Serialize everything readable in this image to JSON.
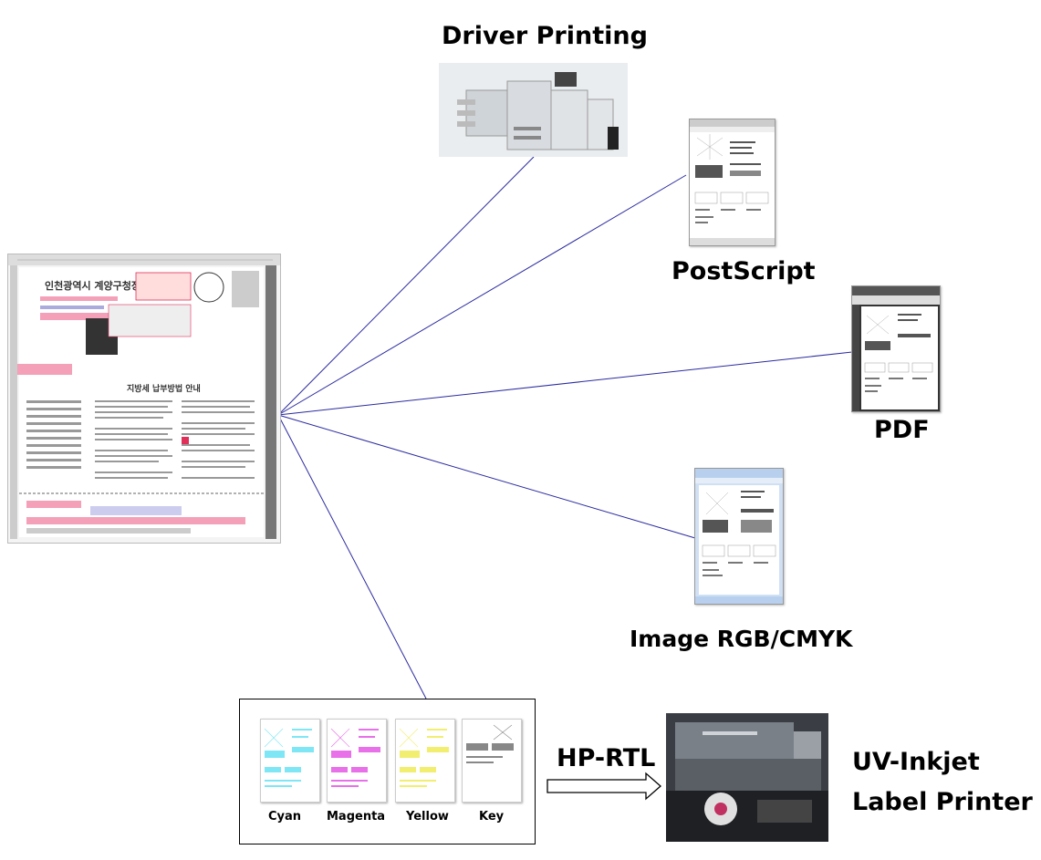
{
  "outputs": {
    "driver_printing": "Driver Printing",
    "postscript": "PostScript",
    "pdf": "PDF",
    "image": "Image RGB/CMYK",
    "hp_rtl": "HP-RTL",
    "uv_inkjet_line1": "UV-Inkjet",
    "uv_inkjet_line2": "Label  Printer"
  },
  "separations": [
    "Cyan",
    "Magenta",
    "Yellow",
    "Key"
  ],
  "colors": {
    "connector": "#2a2aa0",
    "cyan": "#7fe6f5",
    "magenta": "#e870e8",
    "yellow": "#f2ee70",
    "key": "#888888",
    "accent_red": "#e0305a"
  }
}
